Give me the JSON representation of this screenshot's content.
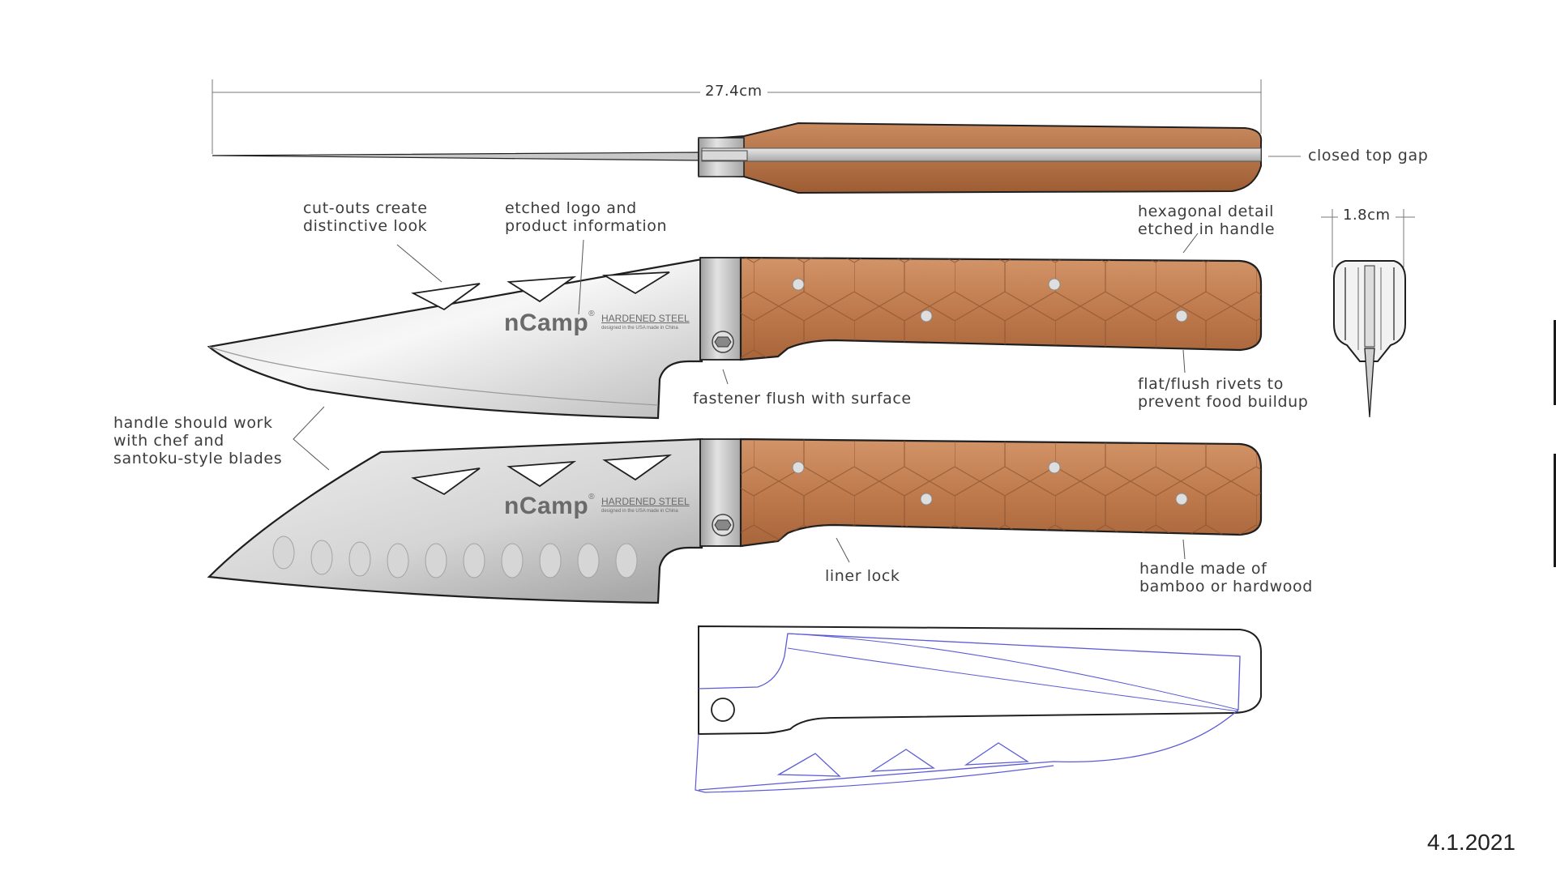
{
  "dimensions": {
    "length": "27.4cm",
    "width": "1.8cm"
  },
  "branding": {
    "logo": "nCamp",
    "logo_mark": "®",
    "steel": "HARDENED STEEL",
    "fine_print": "designed in the USA  made in China"
  },
  "annotations": {
    "closed_top_gap": "closed top gap",
    "cutouts": [
      "cut-outs create",
      "distinctive look"
    ],
    "etched_logo": [
      "etched logo and",
      "product information"
    ],
    "hexagonal": [
      "hexagonal detail",
      "etched in handle"
    ],
    "fastener": "fastener flush with surface",
    "rivets": [
      "flat/flush rivets to",
      "prevent food buildup"
    ],
    "handle_blades": [
      "handle should work",
      "with chef and",
      "santoku-style blades"
    ],
    "liner_lock": "liner lock",
    "handle_material": [
      "handle made of",
      "bamboo or hardwood"
    ]
  },
  "date": "4.1.2021",
  "colors": {
    "wood_light": "#c98a5e",
    "wood_dark": "#a8653a",
    "blade_light": "#f2f2f2",
    "blade_dark": "#b9b9b9",
    "bolster": "#c4c4c4",
    "sheath_line": "#5b5bd6",
    "outline": "#1f1f1f"
  }
}
